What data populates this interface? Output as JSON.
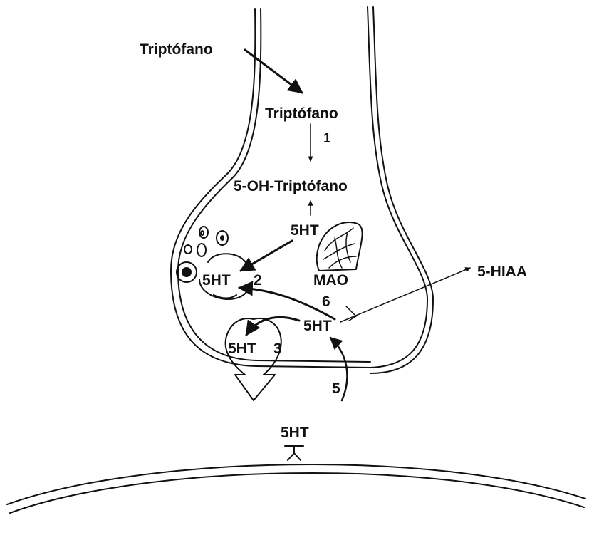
{
  "labels": {
    "tryptophan_outside": "Triptófano",
    "tryptophan_inside": "Triptófano",
    "step_1": "1",
    "hydroxytryptophan": "5-OH-Triptófano",
    "serotonin_cytoplasm_top": "5HT",
    "serotonin_vesicle": "5HT",
    "step_2": "2",
    "mao": "MAO",
    "hiaa": "5-HIAA",
    "step_6": "6",
    "serotonin_cytoplasm_bottom": "5HT",
    "serotonin_release": "5HT",
    "step_3": "3",
    "step_5": "5",
    "serotonin_receptor": "5HT"
  }
}
